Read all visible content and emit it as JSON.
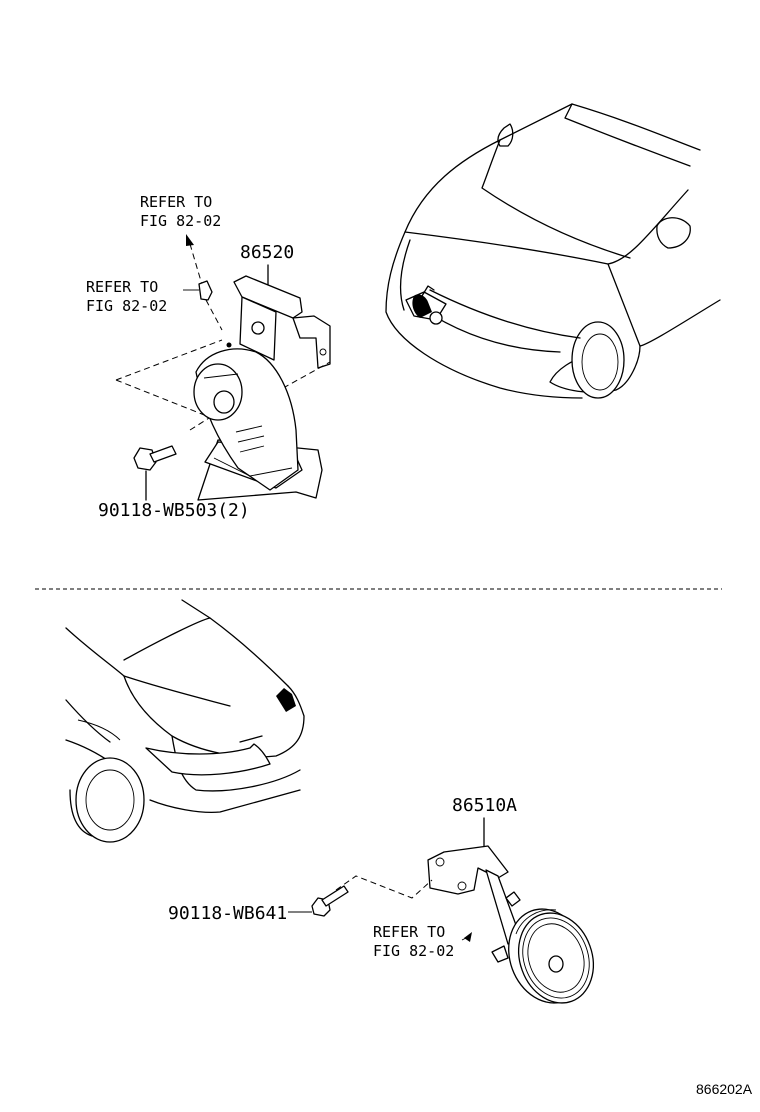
{
  "upper": {
    "refer_top_line1": "REFER TO",
    "refer_top_line2": "FIG 82-02",
    "refer_side_line1": "REFER TO",
    "refer_side_line2": "FIG 82-02",
    "part_horn_high": "86520",
    "part_bolt": "90118-WB503(2)"
  },
  "lower": {
    "part_horn_low": "86510A",
    "part_bolt": "90118-WB641",
    "refer_line1": "REFER TO",
    "refer_line2": "FIG 82-02"
  },
  "figure_id": "866202A"
}
